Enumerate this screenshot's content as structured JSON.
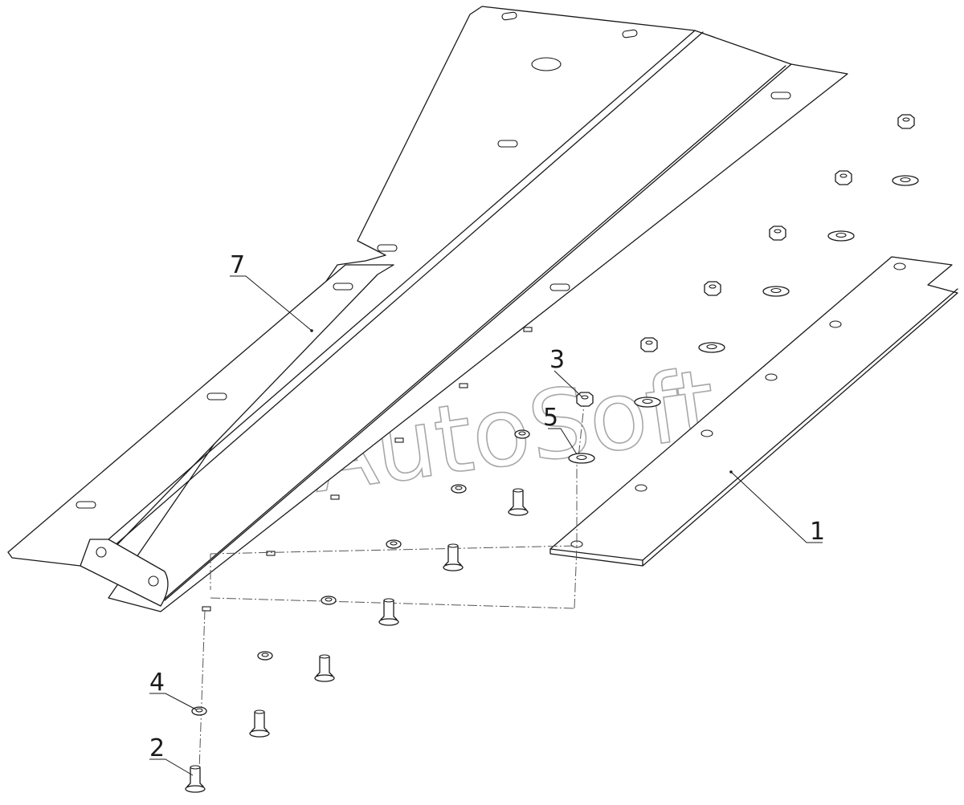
{
  "callouts": [
    {
      "id": "1",
      "text": "1"
    },
    {
      "id": "2",
      "text": "2"
    },
    {
      "id": "3",
      "text": "3"
    },
    {
      "id": "4",
      "text": "4"
    },
    {
      "id": "5",
      "text": "5"
    },
    {
      "id": "7",
      "text": "7"
    }
  ],
  "watermark": "AutoSoft",
  "colors": {
    "line": "#1a1a1a",
    "watermark": "#a8a8a8",
    "background": "#ffffff"
  }
}
